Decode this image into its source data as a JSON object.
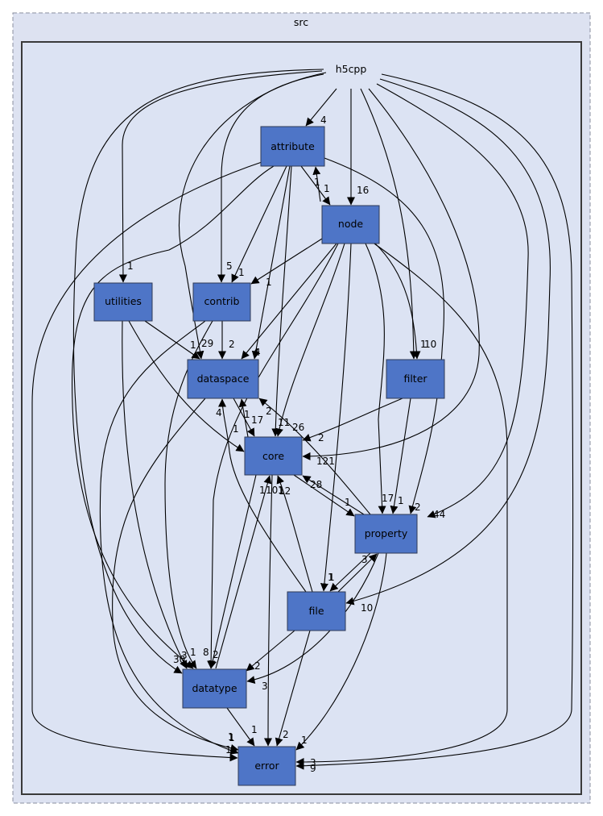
{
  "clusters": {
    "outer": {
      "label": "src",
      "fill": "#dde2f1",
      "stroke": "#8a8f9f"
    },
    "inner": {
      "label": "h5cpp",
      "fill": "#dce3f3",
      "stroke": "#3a3a3a"
    }
  },
  "node_color": "#4e75c7",
  "nodes": {
    "attribute": "attribute",
    "node": "node",
    "utilities": "utilities",
    "contrib": "contrib",
    "dataspace": "dataspace",
    "filter": "filter",
    "core": "core",
    "property": "property",
    "file": "file",
    "datatype": "datatype",
    "error": "error"
  },
  "edges": [
    {
      "from": "h5cpp",
      "to": "attribute",
      "label": "4"
    },
    {
      "from": "h5cpp",
      "to": "node",
      "label": "16"
    },
    {
      "from": "h5cpp",
      "to": "utilities",
      "label": "1"
    },
    {
      "from": "h5cpp",
      "to": "contrib",
      "label": "5"
    },
    {
      "from": "h5cpp",
      "to": "dataspace",
      "label": "29"
    },
    {
      "from": "h5cpp",
      "to": "filter",
      "label": "10"
    },
    {
      "from": "h5cpp",
      "to": "core",
      "label": "121"
    },
    {
      "from": "h5cpp",
      "to": "property",
      "label": "44"
    },
    {
      "from": "h5cpp",
      "to": "file",
      "label": "10"
    },
    {
      "from": "h5cpp",
      "to": "datatype",
      "label": "30"
    },
    {
      "from": "h5cpp",
      "to": "error",
      "label": "9"
    },
    {
      "from": "attribute",
      "to": "node",
      "label": "1"
    },
    {
      "from": "node",
      "to": "attribute",
      "label": "1"
    },
    {
      "from": "attribute",
      "to": "contrib",
      "label": "1"
    },
    {
      "from": "attribute",
      "to": "dataspace",
      "label": "4"
    },
    {
      "from": "attribute",
      "to": "core",
      "label": "11"
    },
    {
      "from": "attribute",
      "to": "property",
      "label": "2"
    },
    {
      "from": "attribute",
      "to": "datatype",
      "label": "3"
    },
    {
      "from": "attribute",
      "to": "error",
      "label": "1"
    },
    {
      "from": "node",
      "to": "contrib",
      "label": "1"
    },
    {
      "from": "node",
      "to": "dataspace",
      "label": "4"
    },
    {
      "from": "node",
      "to": "filter",
      "label": "1"
    },
    {
      "from": "node",
      "to": "core",
      "label": "26"
    },
    {
      "from": "node",
      "to": "property",
      "label": "17"
    },
    {
      "from": "node",
      "to": "file",
      "label": "1"
    },
    {
      "from": "node",
      "to": "datatype",
      "label": "2"
    },
    {
      "from": "node",
      "to": "error",
      "label": "3"
    },
    {
      "from": "utilities",
      "to": "dataspace",
      "label": "1"
    },
    {
      "from": "utilities",
      "to": "core",
      "label": "1"
    },
    {
      "from": "utilities",
      "to": "datatype",
      "label": "1"
    },
    {
      "from": "contrib",
      "to": "dataspace",
      "label": "2"
    },
    {
      "from": "contrib",
      "to": "datatype",
      "label": "8"
    },
    {
      "from": "contrib",
      "to": "error",
      "label": "1"
    },
    {
      "from": "dataspace",
      "to": "core",
      "label": "17"
    },
    {
      "from": "dataspace",
      "to": "error",
      "label": "1"
    },
    {
      "from": "core",
      "to": "dataspace",
      "label": "1"
    },
    {
      "from": "filter",
      "to": "core",
      "label": "2"
    },
    {
      "from": "filter",
      "to": "property",
      "label": "1"
    },
    {
      "from": "core",
      "to": "property",
      "label": "1"
    },
    {
      "from": "property",
      "to": "core",
      "label": "28"
    },
    {
      "from": "core",
      "to": "datatype",
      "label": "1"
    },
    {
      "from": "datatype",
      "to": "core",
      "label": "10"
    },
    {
      "from": "core",
      "to": "error",
      "label": "12"
    },
    {
      "from": "property",
      "to": "dataspace",
      "label": "2"
    },
    {
      "from": "property",
      "to": "file",
      "label": "1"
    },
    {
      "from": "file",
      "to": "property",
      "label": "3"
    },
    {
      "from": "property",
      "to": "datatype",
      "label": "3"
    },
    {
      "from": "property",
      "to": "error",
      "label": "1"
    },
    {
      "from": "file",
      "to": "dataspace",
      "label": "4"
    },
    {
      "from": "file",
      "to": "core",
      "label": "1"
    },
    {
      "from": "file",
      "to": "datatype",
      "label": "2"
    },
    {
      "from": "file",
      "to": "error",
      "label": "2"
    },
    {
      "from": "datatype",
      "to": "error",
      "label": "1"
    }
  ]
}
